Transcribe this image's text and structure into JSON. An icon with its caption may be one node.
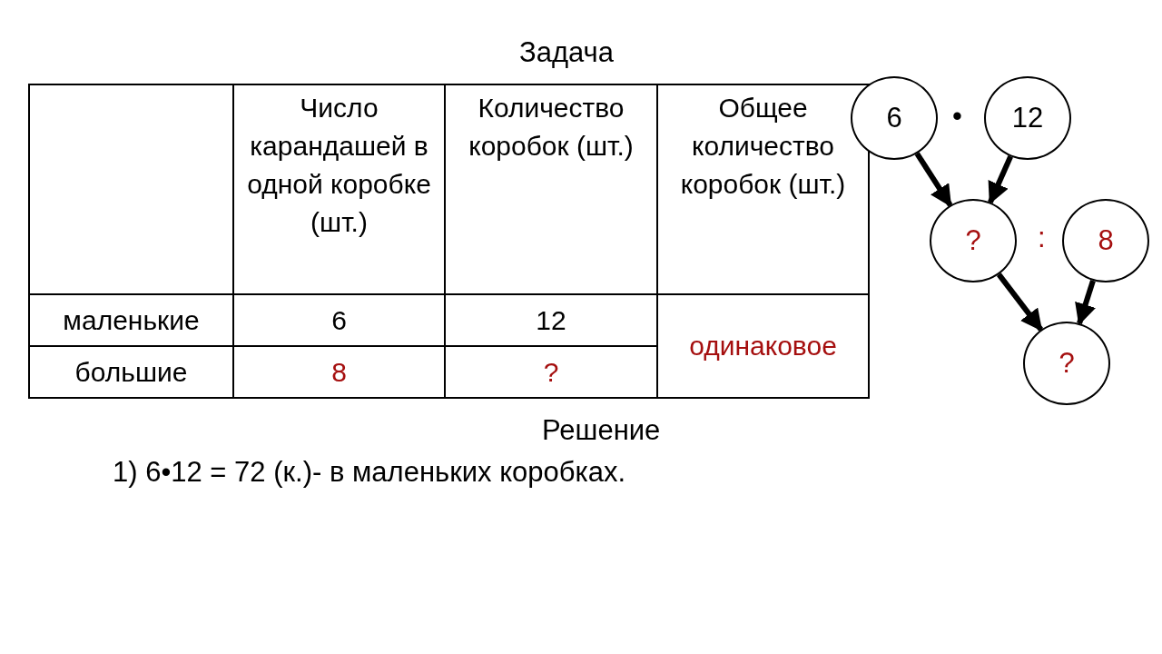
{
  "diagram": {
    "title": "Задача",
    "nodes": [
      {
        "text": [
          "6"
        ]
      },
      {
        "text": [
          "12"
        ]
      },
      {
        "text": [
          "?"
        ]
      },
      {
        "text": [
          "8"
        ]
      },
      {
        "text": [
          "?"
        ]
      }
    ],
    "edges": [
      {
        "from": 0,
        "to": 2,
        "arrow": "to"
      },
      {
        "from": 1,
        "to": 2,
        "arrow": "to"
      },
      {
        "from": 2,
        "to": 4,
        "arrow": "to"
      },
      {
        "from": 3,
        "to": 4,
        "arrow": "to"
      }
    ],
    "labels": [
      "Число карандашей в одной коробке (шт.)",
      "Количество коробок (шт.)",
      "Общее количество коробок (шт.)",
      "маленькие",
      "6",
      "12",
      "одинаковое",
      "большие",
      "8",
      "?",
      "•",
      ":",
      "Решение",
      "1)  6•12 = 72 (к.)- в маленьких коробках."
    ]
  }
}
